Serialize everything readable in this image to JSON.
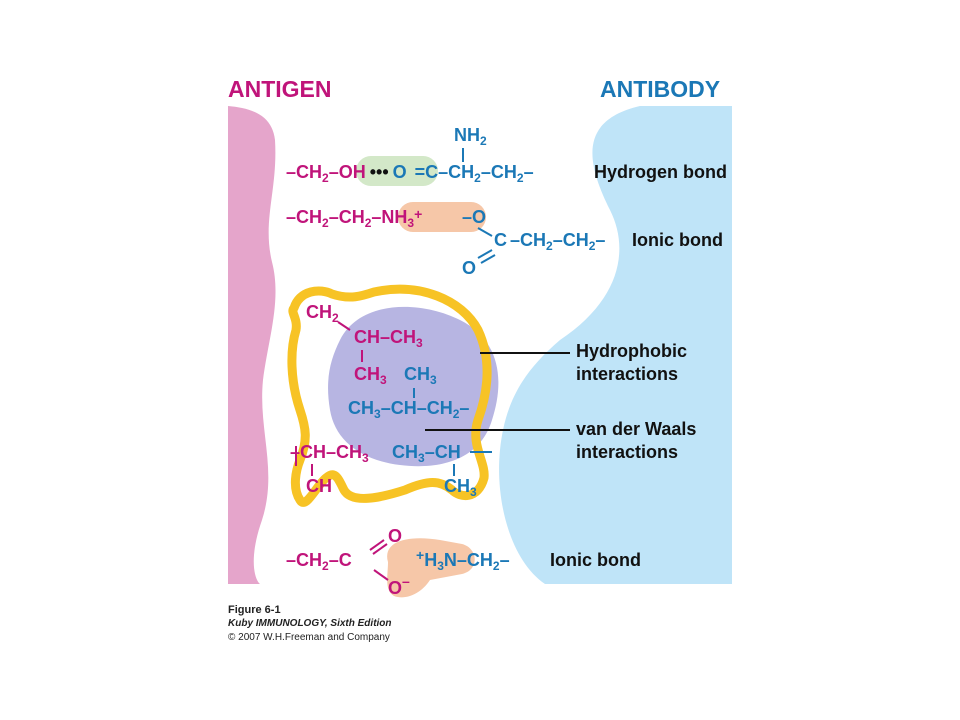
{
  "headers": {
    "antigen": "ANTIGEN",
    "antibody": "ANTIBODY"
  },
  "colors": {
    "antigen": "#c0147a",
    "antibody": "#1b78b6",
    "antigen_fill": "#e5a5cb",
    "antibody_fill": "#bfe4f8",
    "hydrophobic_outline": "#f7c325",
    "vdw_blob": "#b7b5e2",
    "hbond_highlight": "#d3e8c8",
    "ionic_highlight": "#f6c7a8"
  },
  "rows": {
    "hbond": {
      "antigen": [
        "–CH",
        "2",
        "–",
        "OH",
        "•••",
        "O",
        "=C",
        "–CH",
        "2",
        "–CH",
        "2",
        "–"
      ],
      "nh2_main": "NH",
      "nh2_sub": "2",
      "label": "Hydrogen bond"
    },
    "ionic1": {
      "antigen": [
        "–CH",
        "2",
        "–CH",
        "2",
        "–",
        "NH",
        "3",
        "+"
      ],
      "anion": "–O",
      "carbon": "C",
      "oxygen": "O",
      "chain": [
        "–CH",
        "2",
        "–CH",
        "2",
        "–"
      ],
      "label": "Ionic bond"
    },
    "hydrophobic": {
      "a_ch2_main": "CH",
      "a_ch2_sub": "2",
      "a_ch": "CH–CH",
      "a_ch_sub": "3",
      "a_ch3": "CH",
      "a_ch3_sub": "3",
      "b_ch3_top": "CH",
      "b_ch3_top_sub": "3",
      "b_row": [
        "CH",
        "3",
        "–CH–CH",
        "2",
        "–"
      ],
      "a_row2": [
        "–CH–CH",
        "3"
      ],
      "b_row2": [
        "CH",
        "3",
        "–CH"
      ],
      "a_ch_bottom": "CH",
      "b_ch3_bottom": "CH",
      "b_ch3_bottom_sub": "3",
      "label1": "Hydrophobic",
      "label2": "interactions",
      "label3": "van der Waals",
      "label4": "interactions"
    },
    "ionic2": {
      "antigen": [
        "–CH",
        "2",
        "–C"
      ],
      "o_top": "O",
      "o_bottom": "O",
      "o_charge": "–",
      "cation": [
        "+",
        "H",
        "3",
        "N–CH",
        "2",
        "–"
      ],
      "label": "Ionic bond"
    }
  },
  "caption": {
    "figure": "Figure 6-1",
    "book": "Kuby IMMUNOLOGY, Sixth Edition",
    "copyright": "© 2007 W.H.Freeman and Company"
  }
}
